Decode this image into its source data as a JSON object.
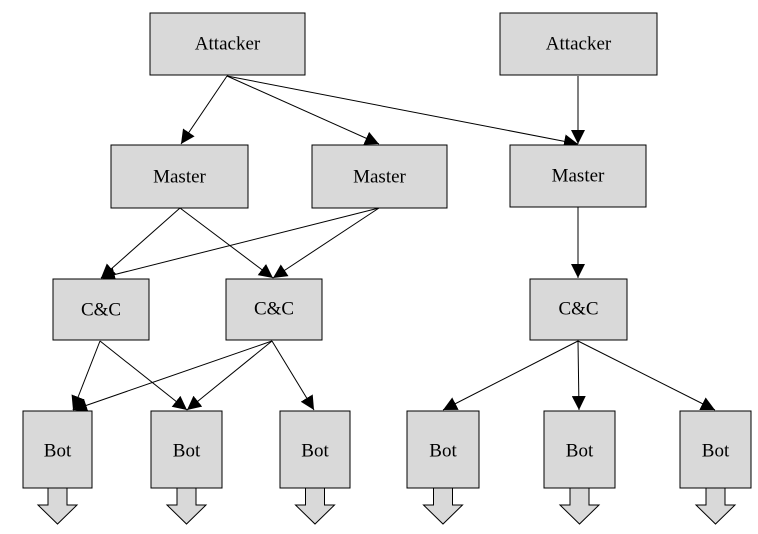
{
  "diagram": {
    "nodes": {
      "attacker_left": {
        "label": "Attacker"
      },
      "attacker_right": {
        "label": "Attacker"
      },
      "master_1": {
        "label": "Master"
      },
      "master_2": {
        "label": "Master"
      },
      "master_3": {
        "label": "Master"
      },
      "cnc_1": {
        "label": "C&C"
      },
      "cnc_2": {
        "label": "C&C"
      },
      "cnc_3": {
        "label": "C&C"
      },
      "bot_1": {
        "label": "Bot"
      },
      "bot_2": {
        "label": "Bot"
      },
      "bot_3": {
        "label": "Bot"
      },
      "bot_4": {
        "label": "Bot"
      },
      "bot_5": {
        "label": "Bot"
      },
      "bot_6": {
        "label": "Bot"
      }
    },
    "edges": [
      {
        "from": "attacker_left",
        "to": "master_1"
      },
      {
        "from": "attacker_left",
        "to": "master_2"
      },
      {
        "from": "attacker_left",
        "to": "master_3"
      },
      {
        "from": "attacker_right",
        "to": "master_3"
      },
      {
        "from": "master_1",
        "to": "cnc_1"
      },
      {
        "from": "master_1",
        "to": "cnc_2"
      },
      {
        "from": "master_2",
        "to": "cnc_1"
      },
      {
        "from": "master_2",
        "to": "cnc_2"
      },
      {
        "from": "master_3",
        "to": "cnc_3"
      },
      {
        "from": "cnc_1",
        "to": "bot_1"
      },
      {
        "from": "cnc_1",
        "to": "bot_2"
      },
      {
        "from": "cnc_2",
        "to": "bot_1"
      },
      {
        "from": "cnc_2",
        "to": "bot_2"
      },
      {
        "from": "cnc_2",
        "to": "bot_3"
      },
      {
        "from": "cnc_3",
        "to": "bot_4"
      },
      {
        "from": "cnc_3",
        "to": "bot_5"
      },
      {
        "from": "cnc_3",
        "to": "bot_6"
      }
    ],
    "style": {
      "box_fill": "#d9d9d9",
      "line_color": "#000000"
    }
  }
}
